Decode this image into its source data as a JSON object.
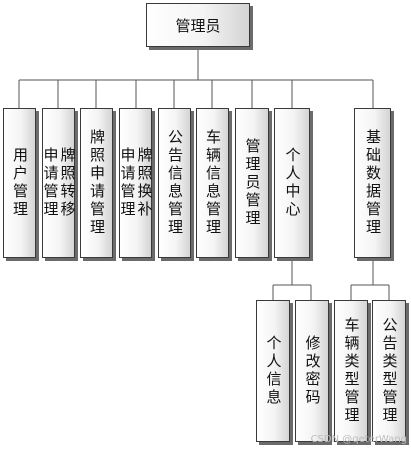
{
  "root": {
    "label": "管理员"
  },
  "level1": [
    {
      "label": "用户管理"
    },
    {
      "label": "牌照转移申请管理",
      "lines": [
        "牌照转移",
        "申请管理"
      ]
    },
    {
      "label": "牌照申请管理"
    },
    {
      "label": "牌照换补申请管理",
      "lines": [
        "牌照换补",
        "申请管理"
      ]
    },
    {
      "label": "公告信息管理"
    },
    {
      "label": "车辆信息管理"
    },
    {
      "label": "管理员管理"
    },
    {
      "label": "个人中心"
    },
    {
      "label": "基础数据管理"
    }
  ],
  "level2_personal": [
    {
      "label": "个人信息"
    },
    {
      "label": "修改密码"
    }
  ],
  "level2_basic": [
    {
      "label": "车辆类型管理"
    },
    {
      "label": "公告类型管理"
    }
  ],
  "watermark": "CSDN @qeterWang"
}
